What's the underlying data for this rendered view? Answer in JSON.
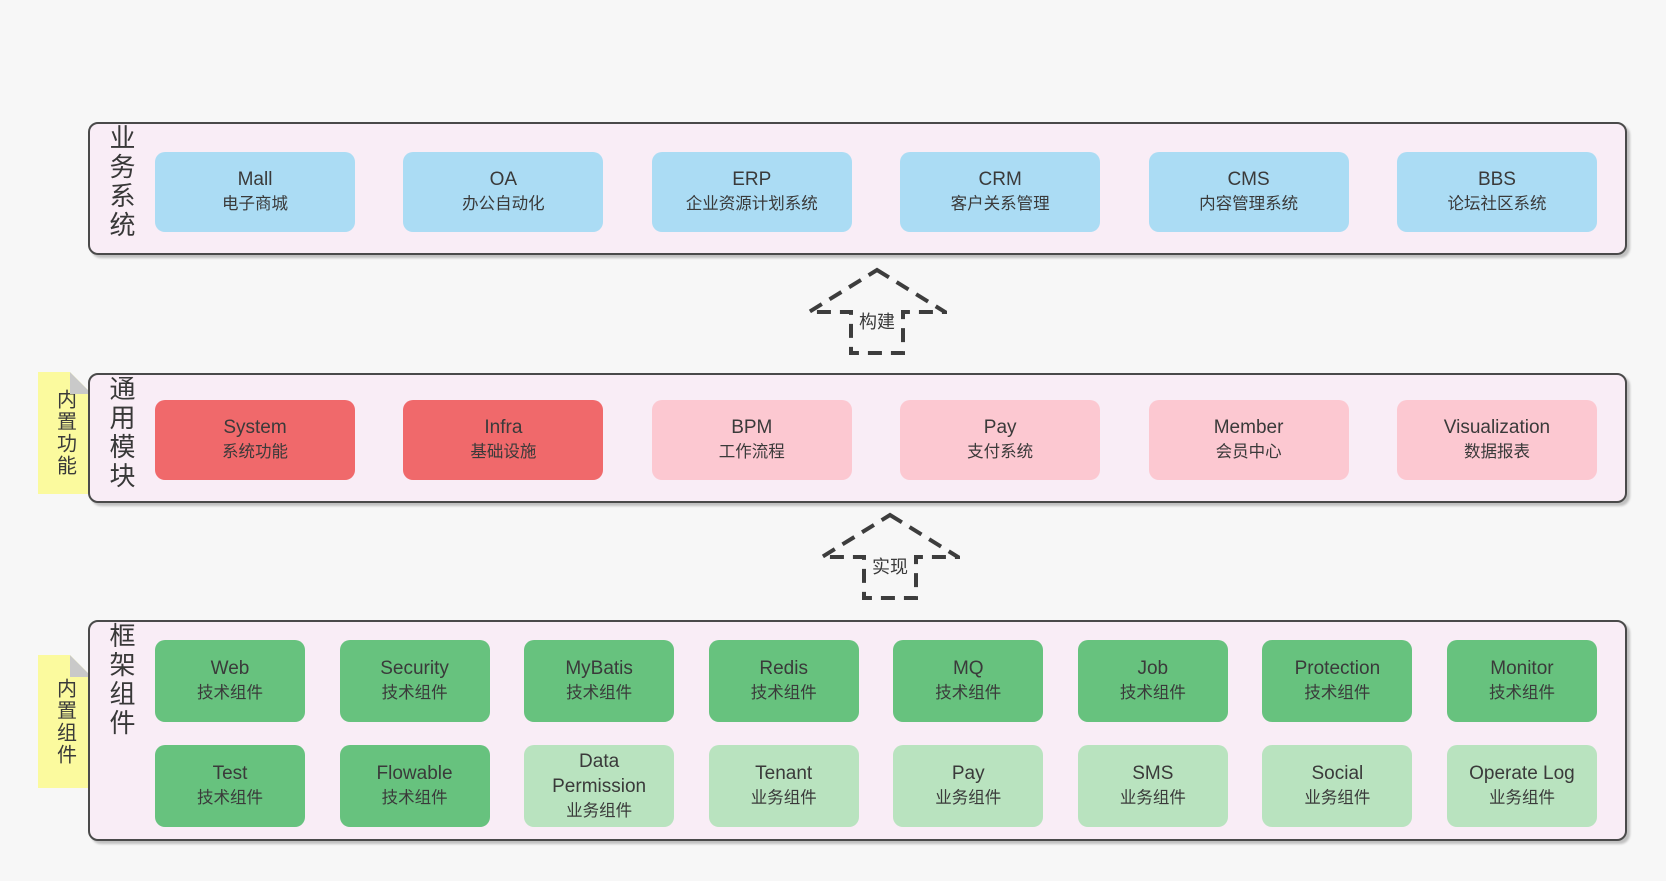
{
  "colors": {
    "page_bg": "#f7f7f7",
    "panel_bg": "#f9edf6",
    "panel_border": "#4a4a4a",
    "blue_box": "#abdcf4",
    "red_box": "#f0696b",
    "pink_box": "#fcc8d1",
    "green_box": "#67c27e",
    "light_green_box": "#b9e3bf",
    "sticky_yellow": "#fbfa9e",
    "fold_gray": "#c9c9c9",
    "text": "#3a3a3a",
    "arrow_dash": "#3d3d3d"
  },
  "layers": [
    {
      "label": "业务系统",
      "boxes": [
        {
          "name": "Mall",
          "sub": "电子商城"
        },
        {
          "name": "OA",
          "sub": "办公自动化"
        },
        {
          "name": "ERP",
          "sub": "企业资源计划系统"
        },
        {
          "name": "CRM",
          "sub": "客户关系管理"
        },
        {
          "name": "CMS",
          "sub": "内容管理系统"
        },
        {
          "name": "BBS",
          "sub": "论坛社区系统"
        }
      ]
    },
    {
      "label": "通用模块",
      "sticky": "内置功能",
      "boxes": [
        {
          "name": "System",
          "sub": "系统功能"
        },
        {
          "name": "Infra",
          "sub": "基础设施"
        },
        {
          "name": "BPM",
          "sub": "工作流程"
        },
        {
          "name": "Pay",
          "sub": "支付系统"
        },
        {
          "name": "Member",
          "sub": "会员中心"
        },
        {
          "name": "Visualization",
          "sub": "数据报表"
        }
      ]
    },
    {
      "label": "框架组件",
      "sticky": "内置组件",
      "boxes": [
        {
          "name": "Web",
          "sub": "技术组件"
        },
        {
          "name": "Security",
          "sub": "技术组件"
        },
        {
          "name": "MyBatis",
          "sub": "技术组件"
        },
        {
          "name": "Redis",
          "sub": "技术组件"
        },
        {
          "name": "MQ",
          "sub": "技术组件"
        },
        {
          "name": "Job",
          "sub": "技术组件"
        },
        {
          "name": "Protection",
          "sub": "技术组件"
        },
        {
          "name": "Monitor",
          "sub": "技术组件"
        },
        {
          "name": "Test",
          "sub": "技术组件"
        },
        {
          "name": "Flowable",
          "sub": "技术组件"
        },
        {
          "name": "Data Permission",
          "sub": "业务组件"
        },
        {
          "name": "Tenant",
          "sub": "业务组件"
        },
        {
          "name": "Pay",
          "sub": "业务组件"
        },
        {
          "name": "SMS",
          "sub": "业务组件"
        },
        {
          "name": "Social",
          "sub": "业务组件"
        },
        {
          "name": "Operate Log",
          "sub": "业务组件"
        }
      ]
    }
  ],
  "arrows": [
    {
      "label": "构建"
    },
    {
      "label": "实现"
    }
  ]
}
